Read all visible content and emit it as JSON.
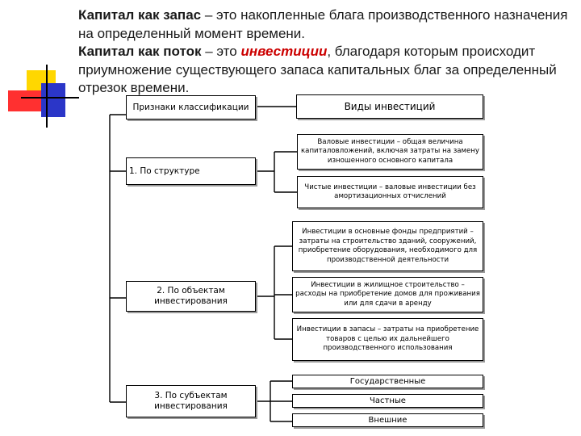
{
  "intro": {
    "l1_term": "Капитал как запас",
    "l1_text": " – это накопленные блага производственного назначения на определенный момент времени.",
    "l2_term": "Капитал как поток",
    "l2_mid": " – это ",
    "l2_hl": "инвестиции",
    "l2_text": ", благодаря которым происходит приумножение существующего запаса капитальных благ за определенный отрезок времени."
  },
  "headers": {
    "criteria": "Признаки классификации",
    "types": "Виды инвестиций"
  },
  "groups": [
    {
      "label": "1. По структуре",
      "items": [
        "Валовые инвестиции – общая величина капиталовложений, включая затраты на замену изношенного основного капитала",
        "Чистые инвестиции – валовые инвестиции без амортизационных отчислений"
      ]
    },
    {
      "label": "2. По объектам инвестирования",
      "items": [
        "Инвестиции в основные фонды предприятий – затраты на строительство зданий, сооружений, приобретение оборудования, необходимого для производственной деятельности",
        "Инвестиции в жилищное строительство – расходы на приобретение домов для проживания или для сдачи в аренду",
        "Инвестиции в запасы – затраты на приобретение товаров с целью их дальнейшего производственного использования"
      ]
    },
    {
      "label": "3. По субъектам инвестирования",
      "items": [
        "Государственные",
        "Частные",
        "Внешние"
      ]
    }
  ],
  "colors": {
    "yellow": "#ffd700",
    "red": "#ff3030",
    "blue": "#2b36c8",
    "shadow": "#9a9a9a"
  }
}
